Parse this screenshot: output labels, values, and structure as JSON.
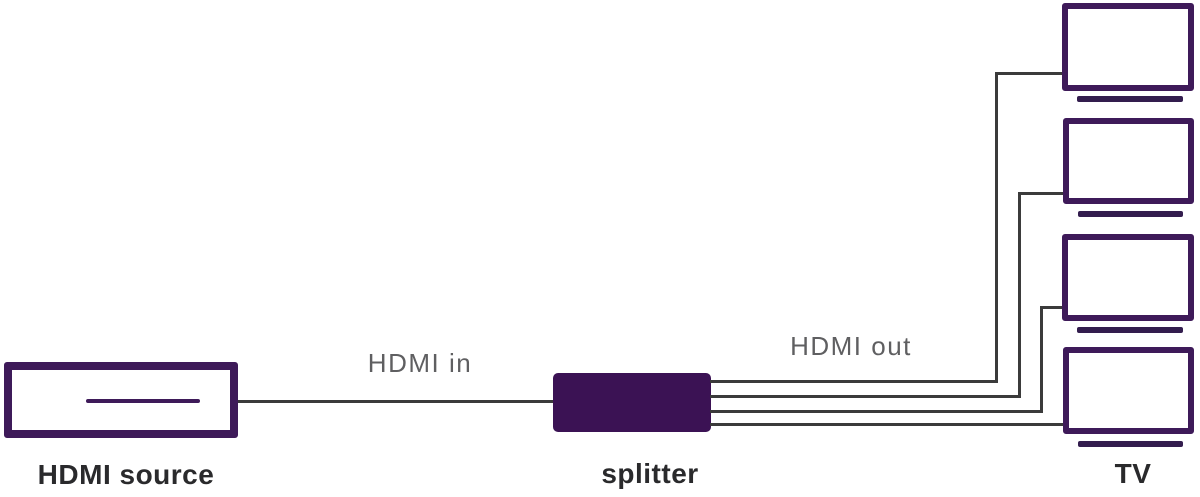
{
  "diagram": {
    "nodes": {
      "source": {
        "label": "HDMI source"
      },
      "splitter": {
        "label": "splitter"
      },
      "tv": {
        "label": "TV",
        "count": 4
      }
    },
    "wire_labels": {
      "input": "HDMI in",
      "output": "HDMI out"
    },
    "colors": {
      "purple": "#3b1254",
      "purple_border": "#3e1a59",
      "stand": "#331d4e",
      "wire": "#3b3b3b",
      "label_dark": "#2a2a2c",
      "label_gray": "#5f5f61",
      "background": "#ffffff"
    }
  }
}
